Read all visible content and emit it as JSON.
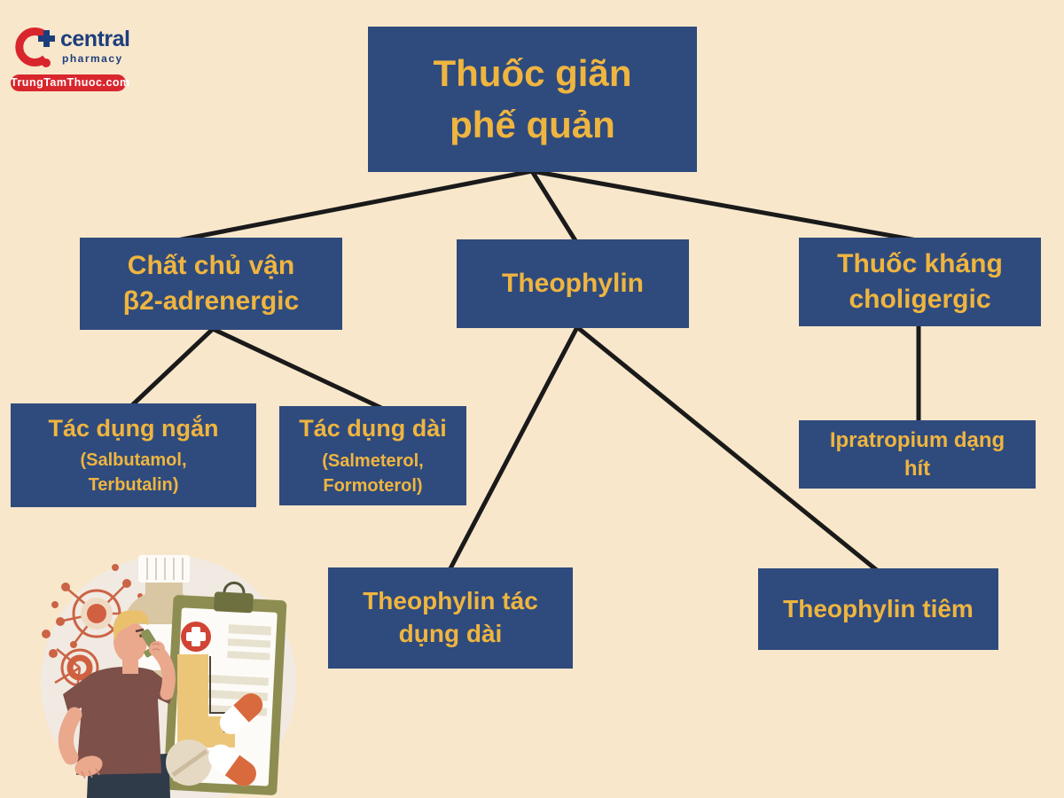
{
  "logo": {
    "brand": "central",
    "tagline": "pharmacy",
    "banner": "TrungTamThuoc.com",
    "colors": {
      "red": "#d9262d",
      "blue": "#1d3e7d"
    }
  },
  "diagram": {
    "colors": {
      "background": "#f8e7cb",
      "box": "#2f4b7e",
      "text": "#efb53f",
      "line": "#1a1a1a"
    },
    "nodes": {
      "root": {
        "label": "Thuốc giãn\nphế quản"
      },
      "beta_agonist": {
        "label": "Chất chủ vận\nβ2-adrenergic"
      },
      "theophylin": {
        "label": "Theophylin"
      },
      "anticholinergic": {
        "label": "Thuốc kháng\ncholigergic"
      },
      "short_acting": {
        "title": "Tác dụng ngắn",
        "sub": "(Salbutamol,\nTerbutalin)"
      },
      "long_acting": {
        "title": "Tác dụng dài",
        "sub": "(Salmeterol,\nFormoterol)"
      },
      "ipratropium": {
        "label": "Ipratropium dạng\nhít"
      },
      "theophylin_long": {
        "label": "Theophylin tác\ndụng dài"
      },
      "theophylin_injection": {
        "label": "Theophylin tiêm"
      }
    },
    "edges": [
      {
        "from": "root",
        "to": "beta_agonist"
      },
      {
        "from": "root",
        "to": "theophylin"
      },
      {
        "from": "root",
        "to": "anticholinergic"
      },
      {
        "from": "beta_agonist",
        "to": "short_acting"
      },
      {
        "from": "beta_agonist",
        "to": "long_acting"
      },
      {
        "from": "theophylin",
        "to": "theophylin_long"
      },
      {
        "from": "theophylin",
        "to": "theophylin_injection"
      },
      {
        "from": "anticholinergic",
        "to": "ipratropium"
      }
    ]
  }
}
